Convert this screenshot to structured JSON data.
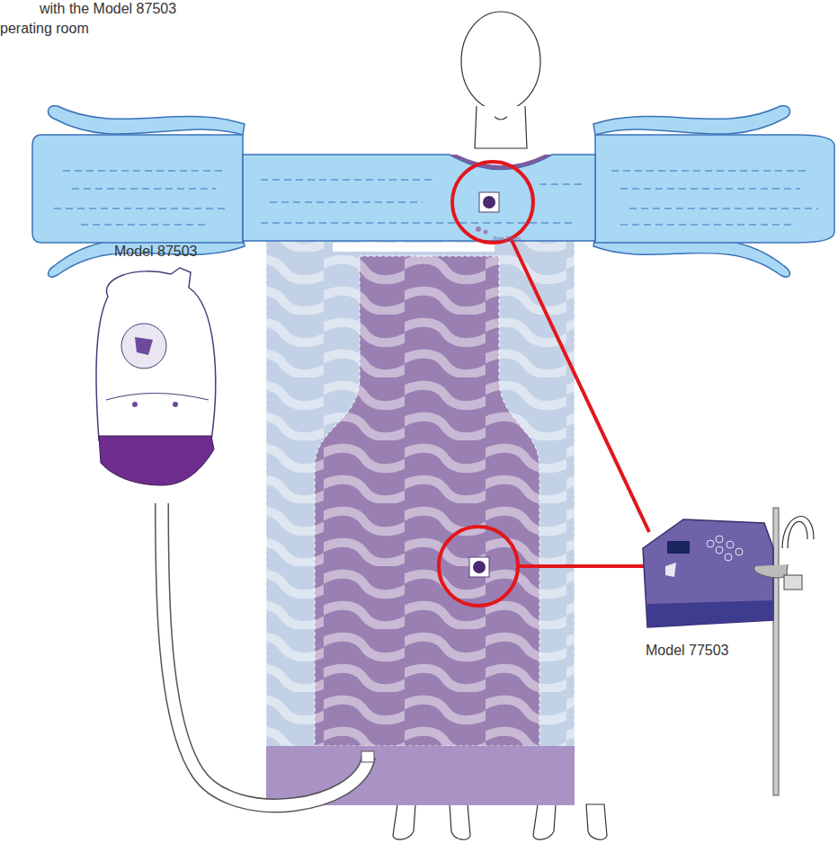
{
  "diagram": {
    "labels": [
      "with the Model 87503",
      "perating room",
      "Bair Paws",
      "Model 87503",
      "Model 77503"
    ]
  }
}
